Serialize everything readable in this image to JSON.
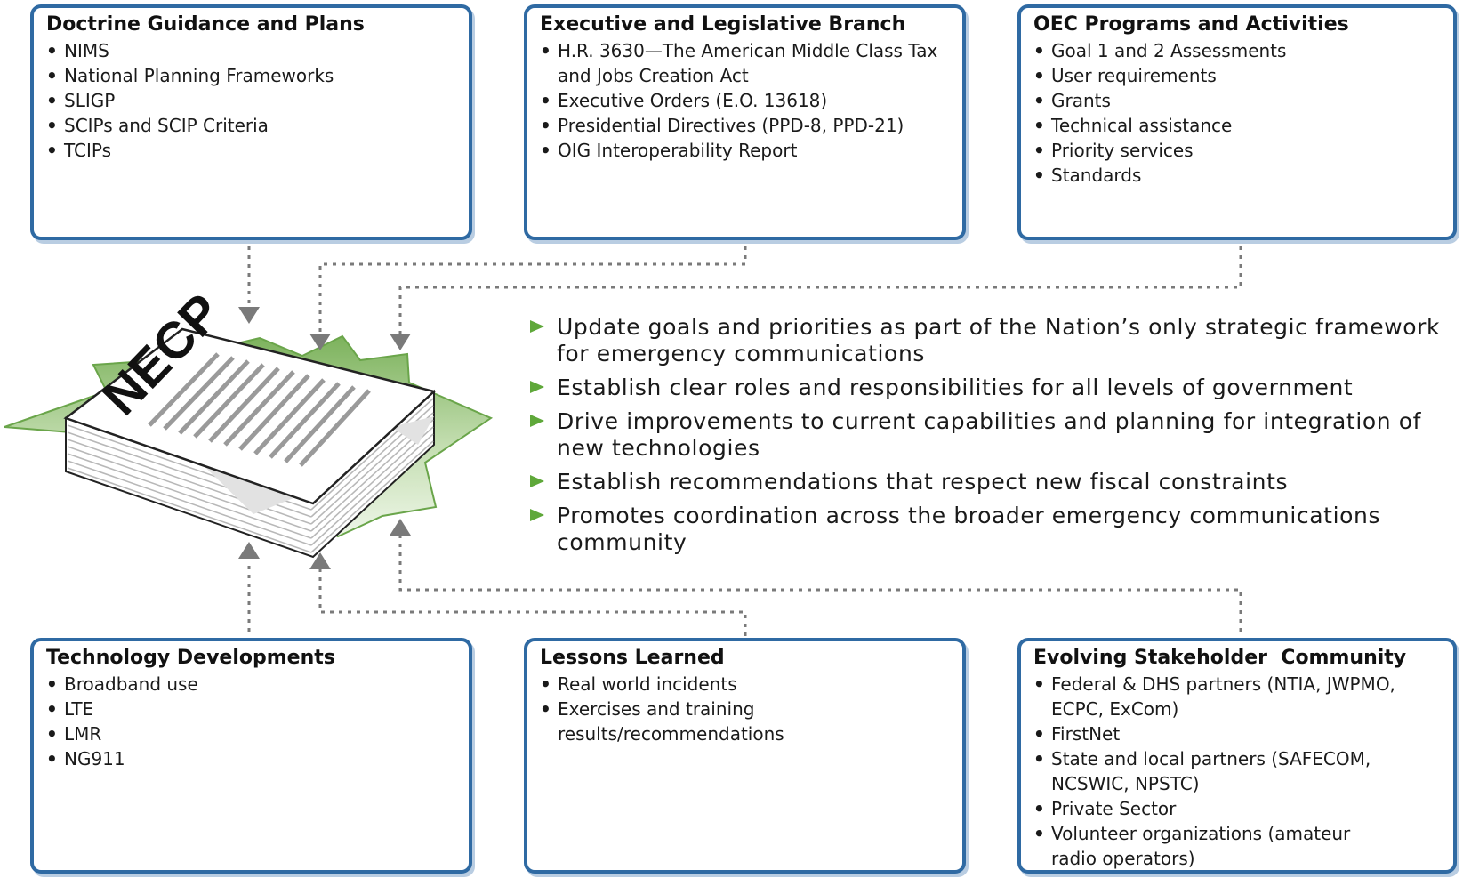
{
  "colors": {
    "box_border": "#2f6aa3",
    "arrow": "#7a7a7a",
    "star_fill": "#7cb25c",
    "bullet_triangle": "#5fa83a"
  },
  "document": {
    "label": "NECP",
    "icon": "document-stack-icon"
  },
  "boxes": {
    "doctrine": {
      "title": "Doctrine Guidance and Plans",
      "items": [
        "NIMS",
        "National Planning Frameworks",
        "SLIGP",
        "SCIPs and SCIP Criteria",
        "TCIPs"
      ]
    },
    "executive": {
      "title": "Executive and Legislative Branch",
      "items": [
        "H.R. 3630—The American Middle Class Tax and Jobs Creation Act",
        "Executive Orders (E.O. 13618)",
        "Presidential Directives (PPD-8, PPD-21)",
        "OIG Interoperability Report"
      ]
    },
    "oec": {
      "title": "OEC Programs and Activities",
      "items": [
        "Goal 1 and 2 Assessments",
        "User requirements",
        "Grants",
        "Technical assistance",
        "Priority services",
        "Standards"
      ]
    },
    "technology": {
      "title": "Technology Developments",
      "items": [
        "Broadband use",
        "LTE",
        "LMR",
        "NG911"
      ]
    },
    "lessons": {
      "title": "Lessons Learned",
      "items": [
        "Real world incidents",
        "Exercises and training results/recommendations"
      ]
    },
    "stakeholder": {
      "title": "Evolving Stakeholder  Community",
      "items": [
        "Federal & DHS partners (NTIA, JWPMO, ECPC, ExCom)",
        "FirstNet",
        "State and local partners (SAFECOM, NCSWIC, NPSTC)",
        "Private Sector",
        "Volunteer organizations (amateur radio operators)"
      ]
    }
  },
  "goals": [
    "Update goals and priorities as part of the Nation’s only strategic framework for emergency communications",
    "Establish clear roles and responsibilities for all levels of government",
    "Drive improvements to current capabilities and planning for integration of new technologies",
    "Establish recommendations that respect new fiscal constraints",
    "Promotes coordination across the broader emergency communications community"
  ]
}
